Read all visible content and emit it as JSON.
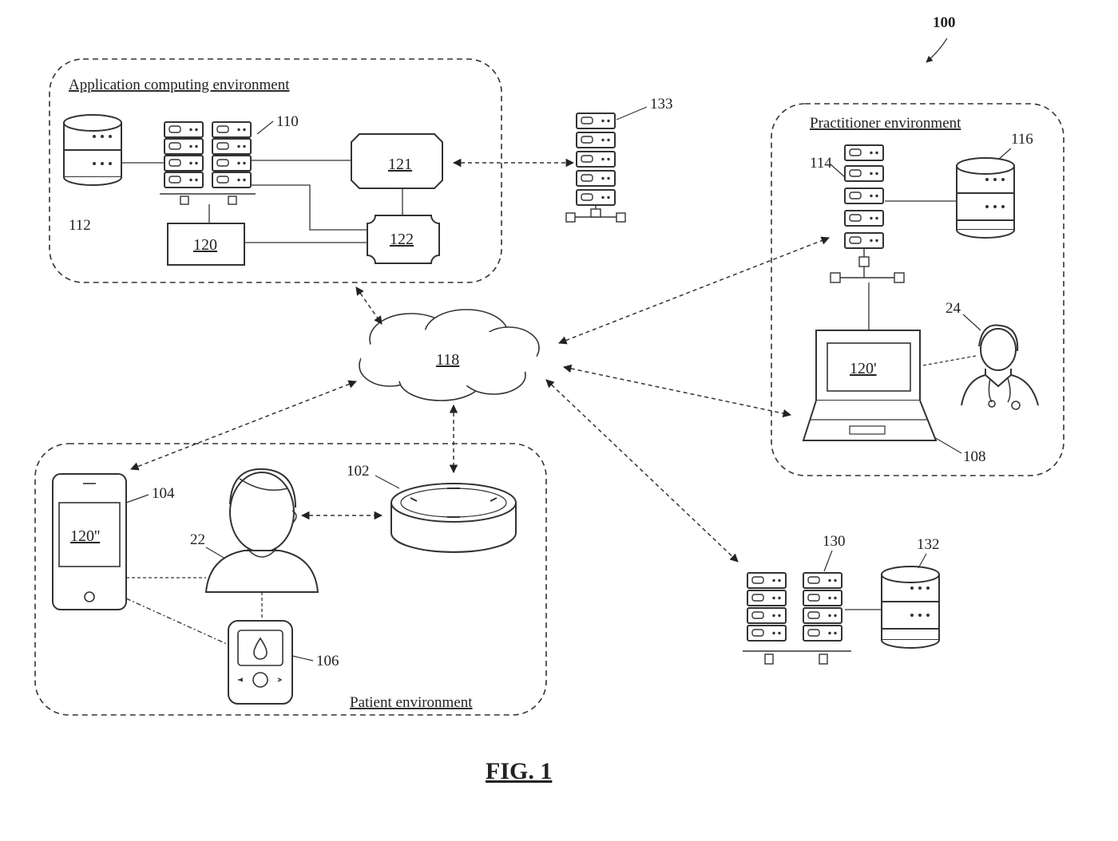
{
  "figure": {
    "number": "100",
    "caption": "FIG. 1"
  },
  "environments": {
    "application": "Application computing environment",
    "practitioner": "Practitioner environment",
    "patient": "Patient environment"
  },
  "refs": {
    "server_110": "110",
    "database_112": "112",
    "module_121": "121",
    "module_122": "122",
    "module_120": "120",
    "server_133": "133",
    "network_118": "118",
    "server_114": "114",
    "database_116": "116",
    "practitioner_24": "24",
    "laptop_screen": "120'",
    "laptop_108": "108",
    "phone_104": "104",
    "phone_screen": "120''",
    "patient_22": "22",
    "speaker_102": "102",
    "meter_106": "106",
    "server_130": "130",
    "database_132": "132"
  },
  "icons": {
    "server": "server-rack-icon",
    "database": "database-cylinder-icon",
    "cloud": "cloud-icon",
    "person": "person-icon",
    "practitioner": "doctor-icon",
    "laptop": "laptop-icon",
    "phone": "smartphone-icon",
    "speaker": "smart-speaker-icon",
    "meter": "glucose-meter-icon"
  }
}
